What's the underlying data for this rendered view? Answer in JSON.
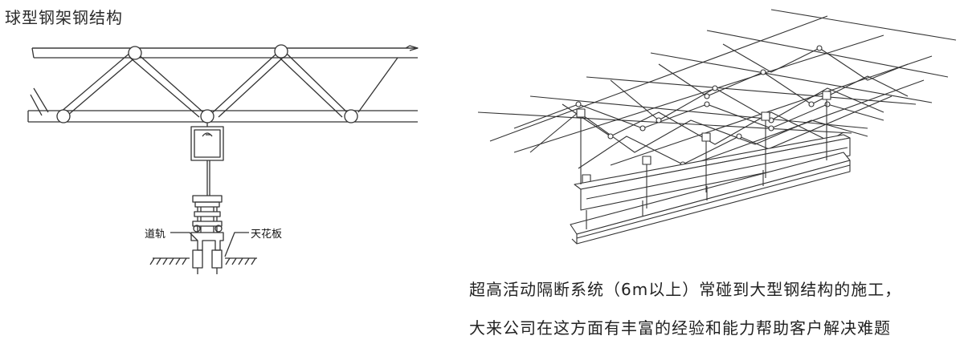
{
  "left_diagram": {
    "title": "球型钢架钢结构",
    "label_rail": "道轨",
    "label_ceiling": "天花板"
  },
  "caption": {
    "line1": "超高活动隔断系统（6m以上）常碰到大型钢结构的施工，",
    "line2": "大来公司在这方面有丰富的经验和能力帮助客户解决难题"
  }
}
